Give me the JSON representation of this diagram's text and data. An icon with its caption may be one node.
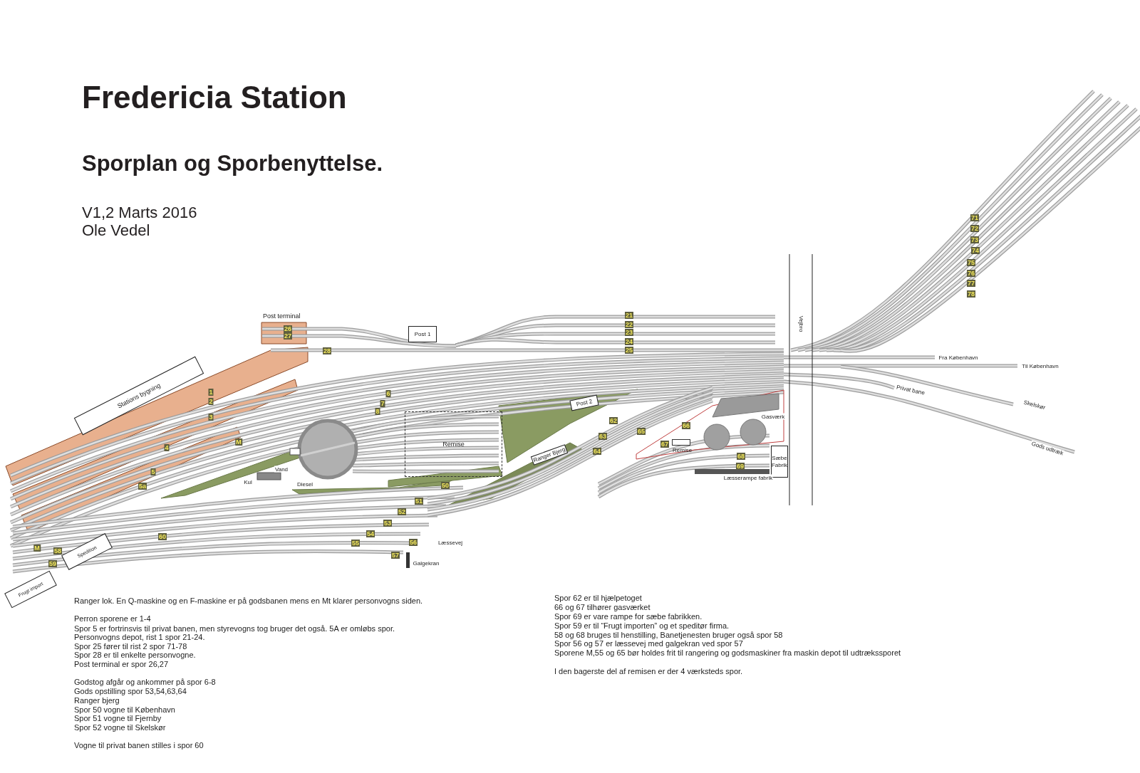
{
  "diagram": {
    "title": "Fredericia Station",
    "nodes": [
      {
        "text": [
          "Post terminal"
        ]
      },
      {
        "text": [
          "Stations bygning"
        ]
      },
      {
        "text": [
          "Post 1"
        ]
      },
      {
        "text": [
          "Post 2"
        ]
      },
      {
        "text": [
          "Remise"
        ]
      },
      {
        "text": [
          "Ranger Bjerg"
        ]
      },
      {
        "text": [
          "Remise"
        ]
      },
      {
        "text": [
          "Sæbe Fabrik"
        ]
      },
      {
        "text": [
          "Spedition"
        ]
      },
      {
        "text": [
          "Frugt import"
        ]
      }
    ],
    "labels": [
      "Sporplan og Sporbenyttelse.",
      "V1,2 Marts 2016",
      "Ole Vedel",
      "71",
      "72",
      "73",
      "74",
      "75",
      "76",
      "77",
      "78",
      "Vejbro",
      "21",
      "22",
      "23",
      "24",
      "26",
      "27",
      "28",
      "25",
      "Fra København",
      "Til København",
      "Privat bane",
      "6",
      "7",
      "8",
      "Skelskør",
      "1",
      "2",
      "62",
      "Gasværk",
      "66",
      "3",
      "65",
      "63",
      "M",
      "67",
      "Gods udtræk",
      "4",
      "64",
      "68",
      "69",
      "5",
      "Kul",
      "Vand",
      "Diesel",
      "Læsserampe fabrik",
      "5a",
      "50",
      "51",
      "52",
      "53",
      "54",
      "60",
      "56",
      "55",
      "Læssevej",
      "M",
      "58",
      "57",
      "Galgekran",
      "59",
      "Ranger lok. En Q-maskine og en F-maskine er på godsbanen mens en Mt klarer personvogns siden.",
      "Perron sporene er 1-4",
      "Spor 5 er fortrinsvis til privat banen, men styrevogns tog bruger det også. 5A er omløbs spor.",
      "Personvogns depot, rist 1  spor 21-24.",
      "Spor 25 fører til rist 2 spor 71-78",
      "Spor 28 er til enkelte personvogne.",
      "Post terminal er spor 26,27",
      "Godstog afgår og ankommer på spor 6-8",
      "Gods opstilling spor 53,54,63,64",
      "Ranger bjerg",
      "Spor 50 vogne til København",
      "Spor 51 vogne til Fjernby",
      "Spor 52 vogne til Skelskør",
      "Vogne til privat banen stilles i spor 60",
      "Spor 62 er til hjælpetoget",
      "66 og 67 tilhører gasværket",
      "Spor 69 er vare rampe for sæbe fabrikken.",
      "Spor 59 er til “Frugt importen” og et speditør firma.",
      "58 og 68 bruges til henstilling, Banetjenesten bruger også spor 58",
      "Spor 56 og 57 er læssevej med galgekran ved spor 57",
      "Sporene M,55 og 65 bør holdes frit til rangering og godsmaskiner fra maskin depot til udtrækssporet",
      "I den bagerste del af remisen er der 4 værksteds spor."
    ]
  }
}
